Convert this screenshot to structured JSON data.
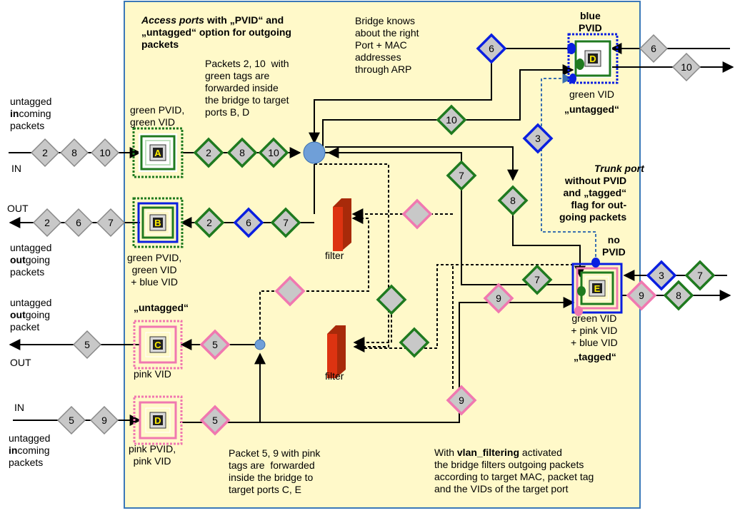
{
  "bridge_box": {
    "fill": "#fff9c9",
    "border": "#3a78b8"
  },
  "colors": {
    "green": "#1f7a1f",
    "blue": "#0a1fe0",
    "pink": "#f078b0",
    "packet_fill": "#c8c8c8",
    "filter_red": "#dd3311",
    "hub": "#6f9fd8"
  },
  "texts": {
    "access_title_1a": "Access ports",
    "access_title_1b": " with „PVID“ and",
    "access_title_2": "„untagged“ option for outgoing",
    "access_title_3": "packets",
    "green_packets_note": "Packets 2, 10  with\ngreen tags are\nforwarded inside\nthe bridge to target\nports B, D",
    "bridge_knows": "Bridge knows\nabout the right\nPort + MAC\naddresses\nthrough ARP",
    "blue_pvid": "blue\nPVID",
    "green_vid_top": "green VID",
    "untagged_top": "„untagged“",
    "trunk_1": "Trunk port",
    "trunk_2": "without PVID\nand „tagged“\nflag for out-\ngoing packets",
    "no_pvid": "no\nPVID",
    "port_e_label_1": "green VID\n+ pink VID\n+ blue VID",
    "port_e_label_2": "„tagged“",
    "untagged_incoming_top_1": "untagged",
    "untagged_incoming_top_2a": "in",
    "untagged_incoming_top_2b": "coming",
    "untagged_incoming_top_3": "packets",
    "in_label_top": "IN",
    "port_a_label": "green PVID,\ngreen VID",
    "out_label_top": "OUT",
    "untagged_outgoing_b_1": "untagged",
    "untagged_outgoing_b_2a": "out",
    "untagged_outgoing_b_2b": "going",
    "untagged_outgoing_b_3": "packets",
    "port_b_label": "green PVID,\ngreen VID\n+ blue VID",
    "filter_label_top": "filter",
    "untagged_c": "„untagged“",
    "untagged_outgoing_c_1": "untagged",
    "untagged_outgoing_c_2a": "out",
    "untagged_outgoing_c_2b": "going",
    "untagged_outgoing_c_3": "packet",
    "out_label_c": "OUT",
    "port_c_label": "pink VID",
    "filter_label_bottom": "filter",
    "in_label_bottom": "IN",
    "untagged_incoming_bottom_1": "untagged",
    "untagged_incoming_bottom_2a": "in",
    "untagged_incoming_bottom_2b": "coming",
    "untagged_incoming_bottom_3": "packets",
    "port_d_label": "pink PVID,\npink VID",
    "pink_packets_note": "Packet 5, 9 with pink\ntags are  forwarded\ninside the bridge to\ntarget ports C, E",
    "vlan_filter_a": "With ",
    "vlan_filter_b": "vlan_filtering",
    "vlan_filter_c": " activated",
    "vlan_filter_rest": "the bridge filters outgoing packets\naccording to target MAC, packet tag\nand the VIDs of the target port"
  },
  "ports": [
    {
      "name": "port-a",
      "letter": "A"
    },
    {
      "name": "port-b",
      "letter": "B"
    },
    {
      "name": "port-c",
      "letter": "C"
    },
    {
      "name": "port-d-left",
      "letter": "D"
    },
    {
      "name": "port-d-top",
      "letter": "D"
    },
    {
      "name": "port-e",
      "letter": "E"
    }
  ],
  "packets": [
    {
      "label": "2",
      "color": "gray"
    },
    {
      "label": "8",
      "color": "gray"
    },
    {
      "label": "10",
      "color": "gray"
    },
    {
      "label": "2",
      "color": "green"
    },
    {
      "label": "8",
      "color": "green"
    },
    {
      "label": "10",
      "color": "green"
    },
    {
      "label": "2",
      "color": "gray"
    },
    {
      "label": "6",
      "color": "gray"
    },
    {
      "label": "7",
      "color": "gray"
    },
    {
      "label": "2",
      "color": "green"
    },
    {
      "label": "6",
      "color": "blue"
    },
    {
      "label": "7",
      "color": "green"
    },
    {
      "label": "5",
      "color": "gray"
    },
    {
      "label": "5",
      "color": "pink"
    },
    {
      "label": "5",
      "color": "gray"
    },
    {
      "label": "9",
      "color": "gray"
    },
    {
      "label": "5",
      "color": "pink"
    },
    {
      "label": "6",
      "color": "blue"
    },
    {
      "label": "6",
      "color": "gray"
    },
    {
      "label": "10",
      "color": "gray"
    },
    {
      "label": "10",
      "color": "green"
    },
    {
      "label": "3",
      "color": "blue"
    },
    {
      "label": "7",
      "color": "green"
    },
    {
      "label": "8",
      "color": "green"
    },
    {
      "label": "7",
      "color": "green"
    },
    {
      "label": "9",
      "color": "pink"
    },
    {
      "label": "3",
      "color": "blue"
    },
    {
      "label": "7",
      "color": "green"
    },
    {
      "label": "9",
      "color": "pink"
    },
    {
      "label": "8",
      "color": "green"
    },
    {
      "label": "9",
      "color": "pink"
    },
    {
      "label": "",
      "color": "pink"
    },
    {
      "label": "",
      "color": "pink"
    },
    {
      "label": "",
      "color": "green"
    },
    {
      "label": "",
      "color": "green"
    }
  ]
}
